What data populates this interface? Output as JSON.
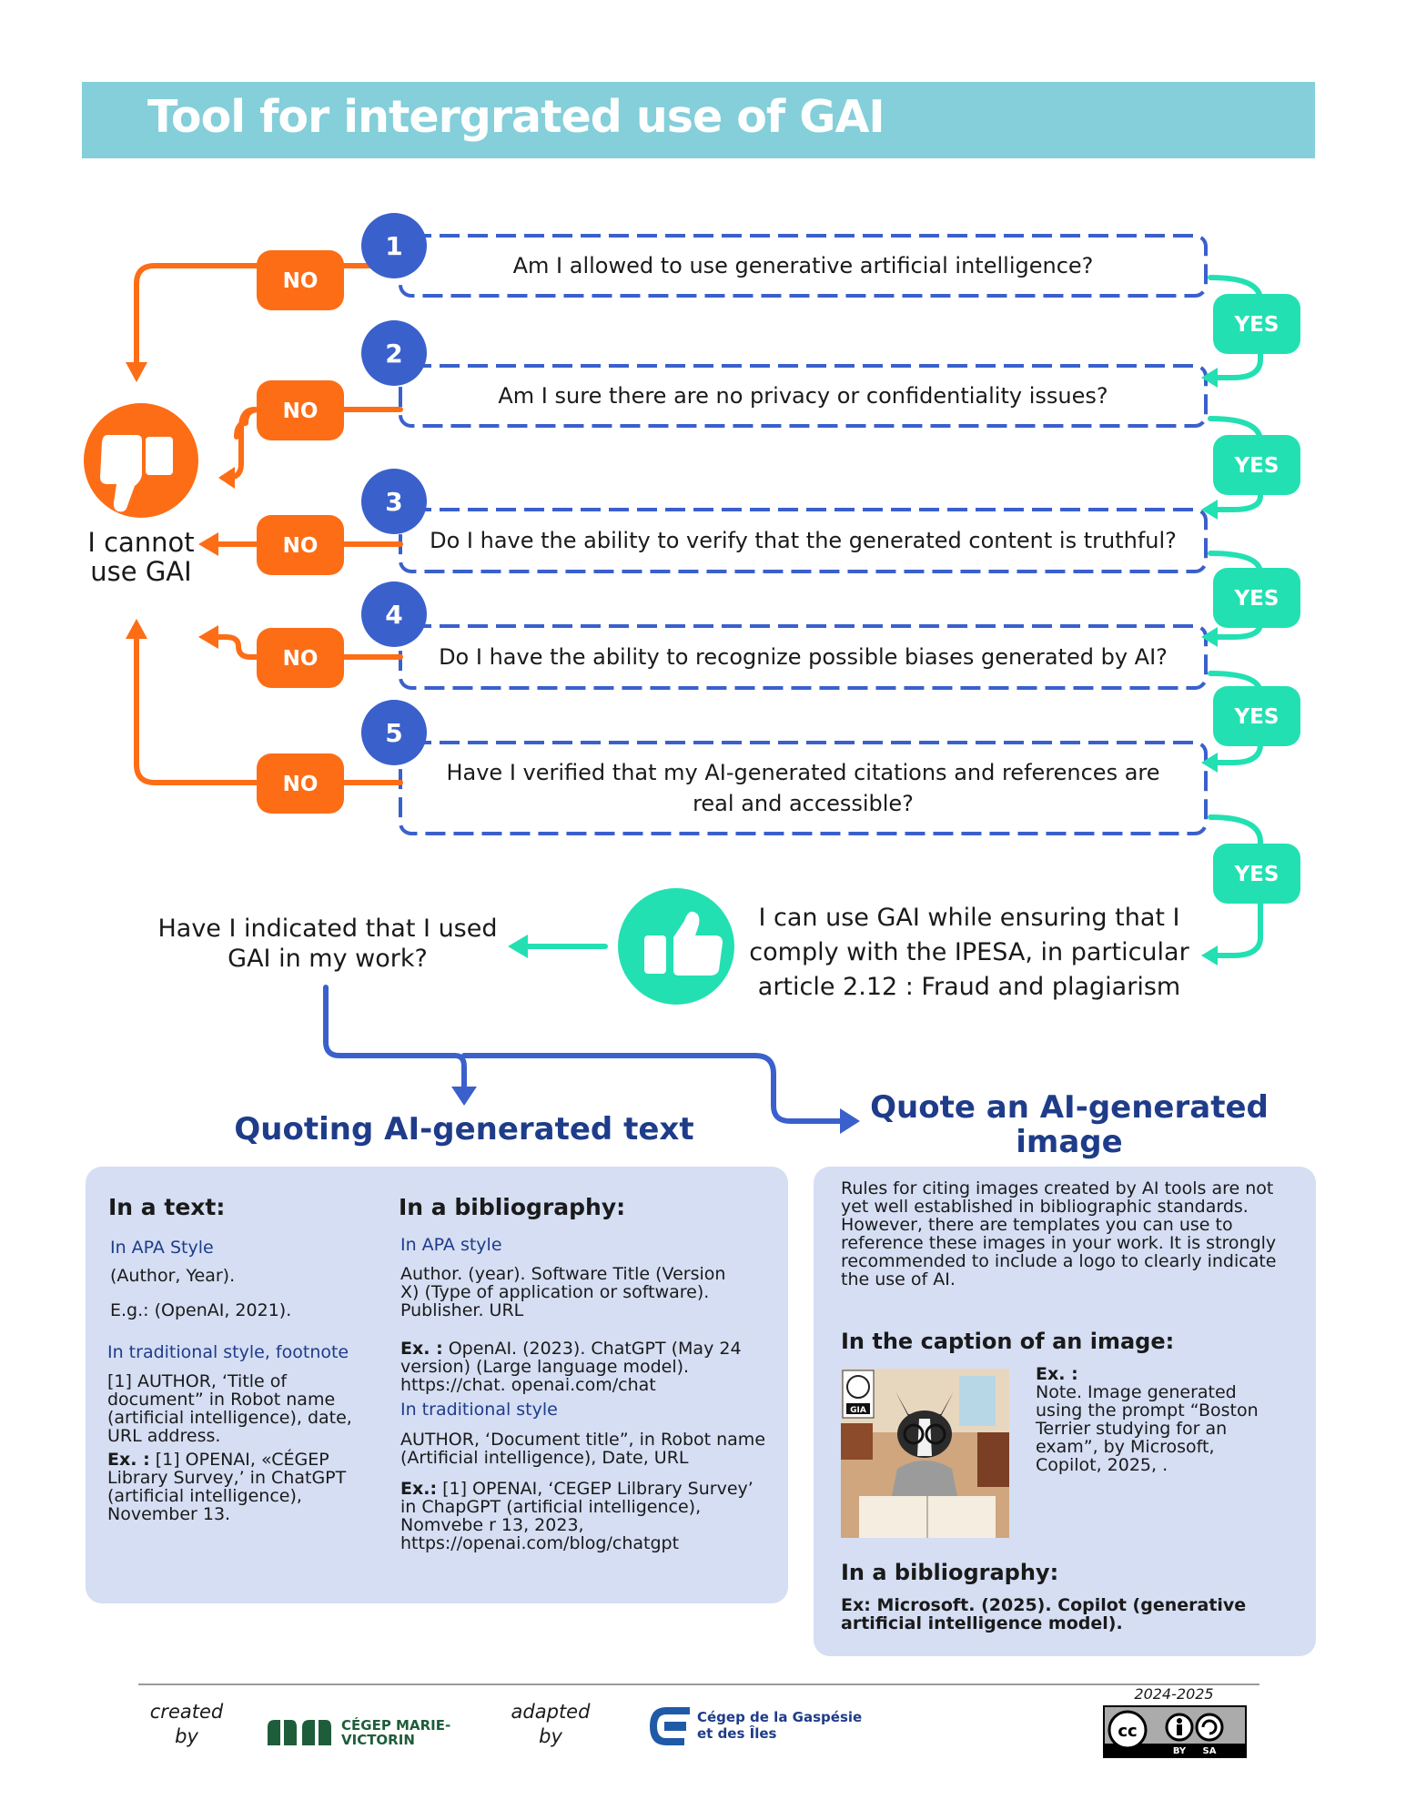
{
  "header": {
    "title": "Tool for intergrated use of  GAI"
  },
  "flow": {
    "steps": [
      {
        "number": "1",
        "question": "Am I allowed to use generative artificial intelligence?"
      },
      {
        "number": "2",
        "question": "Am I sure there are no privacy or confidentiality issues?"
      },
      {
        "number": "3",
        "question": "Do I have the ability to verify that the generated content is truthful?"
      },
      {
        "number": "4",
        "question": "Do I have the ability to recognize possible biases generated by AI?"
      },
      {
        "number": "5",
        "question": "Have I verified that my AI-generated citations and references are real and accessible?"
      }
    ],
    "no_label": "NO",
    "yes_label": "YES",
    "cannot": "I cannot use GAI",
    "can": "I can use GAI while ensuring that I comply with the IPESA, in particular article 2.12 : Fraud and plagiarism",
    "indicated": "Have I indicated that I used GAI in my work?",
    "colors": {
      "no": "#fd6d16",
      "yes": "#22e0b2",
      "step": "#3a60cc",
      "box_border": "#3a60cc"
    },
    "icons": {
      "cannot": "thumbs-down-icon",
      "can": "thumbs-up-icon"
    }
  },
  "text_section": {
    "title": "Quoting AI-generated text",
    "in_text": {
      "heading": "In a text:",
      "apa_label": "In APA Style",
      "apa_format": "(Author, Year).",
      "apa_example": "E.g.: (OpenAI, 2021).",
      "trad_label": "In traditional style, footnote",
      "trad_format": "[1] AUTHOR, ‘Title of document” in Robot name (artificial intelligence), date, URL address.",
      "ex_label": "Ex. :",
      "ex_text": " [1] OPENAI, «CÉGEP Library Survey,’ in ChatGPT (artificial intelligence), November 13."
    },
    "in_bib": {
      "heading": "In a bibliography:",
      "apa_label": "In APA style",
      "apa_format": "Author. (year). Software Title (Version X) (Type of application or software). Publisher. URL",
      "ex1_label": "Ex. :",
      "ex1_text": " OpenAI. (2023). ChatGPT (May 24 version) (Large language model). https://chat. openai.com/chat",
      "trad_label": "In traditional style",
      "trad_format": "AUTHOR, ‘Document title”, in Robot name (Artificial intelligence), Date, URL",
      "ex2_label": "Ex.:",
      "ex2_text": " [1] OPENAI, ‘CEGEP Lilbrary Survey’ in ChapGPT (artificial intelligence), Nomvebe r 13, 2023, https://openai.com/blog/chatgpt"
    }
  },
  "image_section": {
    "title": "Quote an AI-generated image",
    "intro": "Rules for citing images created by AI tools are not yet well established in bibliographic standards. However, there are templates you can use to reference these images in your work. It is strongly recommended to include a logo to clearly indicate the use of AI.",
    "caption_heading": "In the caption of an image:",
    "caption_ex_label": "Ex. :",
    "caption_text": "Note. Image generated using the prompt “Boston Terrier studying for an exam”, by Microsoft, Copilot, 2025, .",
    "badge": "GIA",
    "bib_heading": "In a bibliography:",
    "bib_text": "Ex: Microsoft. (2025). Copilot (generative artificial intelligence model)."
  },
  "footer": {
    "created_by": "created by",
    "creator": "CÉGEP MARIE-VICTORIN",
    "adapted_by": "adapted by",
    "adapter": "Cégep de la Gaspésie et des Îles",
    "year": "2024-2025",
    "license": {
      "cc": "cc",
      "by": "BY",
      "sa": "SA"
    }
  }
}
